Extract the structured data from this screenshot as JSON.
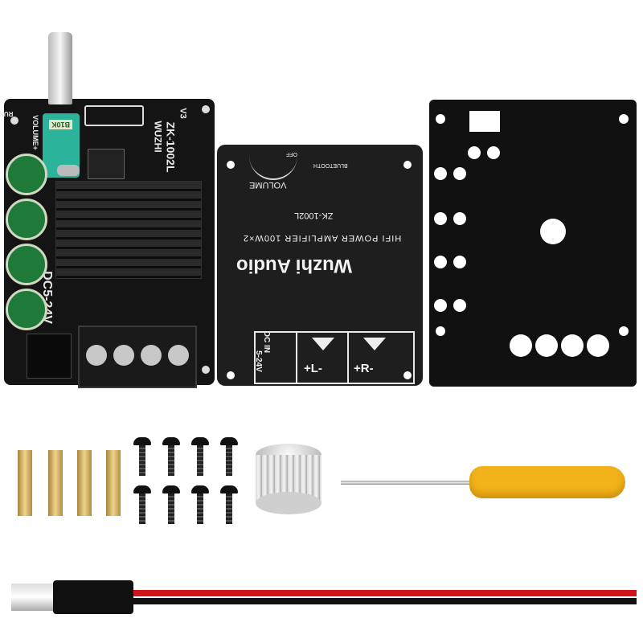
{
  "pcb": {
    "model": "ZK-1002L",
    "brand": "WUZHI",
    "version": "V3",
    "power_label": "DC5-24V",
    "volume_label": "VOLUME+",
    "run_label": "RUN",
    "pot_value": "B10K"
  },
  "panel": {
    "brand": "Wuzhi Audio",
    "subtitle": "HIFI POWER AMPLIFIER 100W×2",
    "model": "ZK-1002L",
    "volume_label": "VOLUME",
    "off_label": "OFF",
    "bluetooth_label": "BLUETOOTH",
    "dc_in_label": "DC IN",
    "dc_voltage": "5-24V",
    "left_channel": "+L-",
    "right_channel": "+R-"
  },
  "colors": {
    "pcb": "#141414",
    "panel": "#1e1e1e",
    "plate": "#111111",
    "capacitor": "#1f7a3a",
    "potentiometer": "#2bb39b",
    "screwdriver_handle": "#f2b21a",
    "brass": "#d8b56a",
    "cable_red": "#d0141c"
  }
}
